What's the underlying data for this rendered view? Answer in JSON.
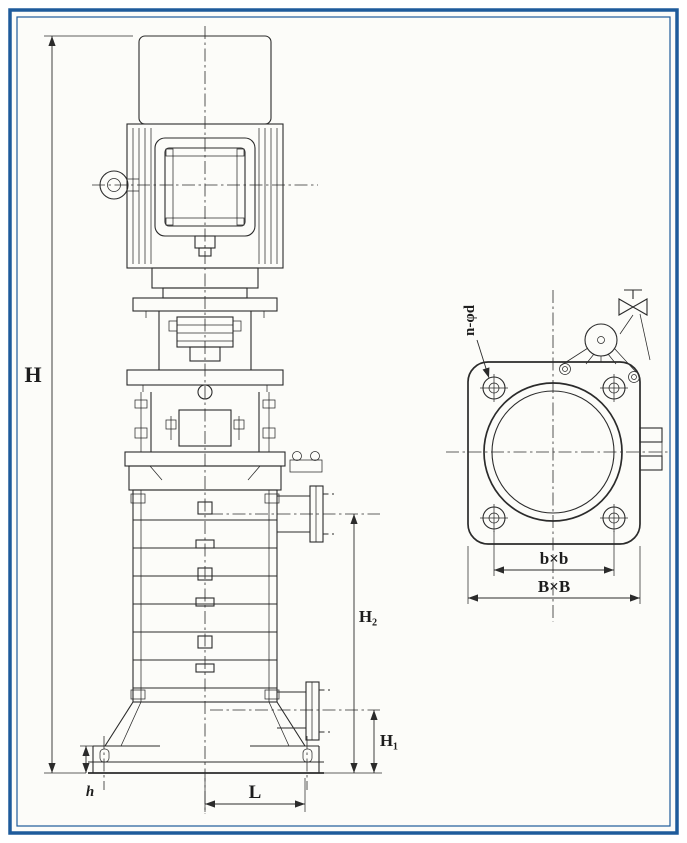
{
  "drawing": {
    "labels": {
      "overall_height": "H",
      "discharge_height": "H₂",
      "suction_height": "H₁",
      "base_thickness": "h",
      "base_length": "L",
      "bolt_hole_note": "n-φd",
      "bolt_square": "b×b",
      "base_square": "B×B"
    },
    "colors": {
      "frame_blue": "#1e5b9b",
      "line_ink": "#2b2b2b",
      "paper": "#fcfcf9"
    }
  }
}
